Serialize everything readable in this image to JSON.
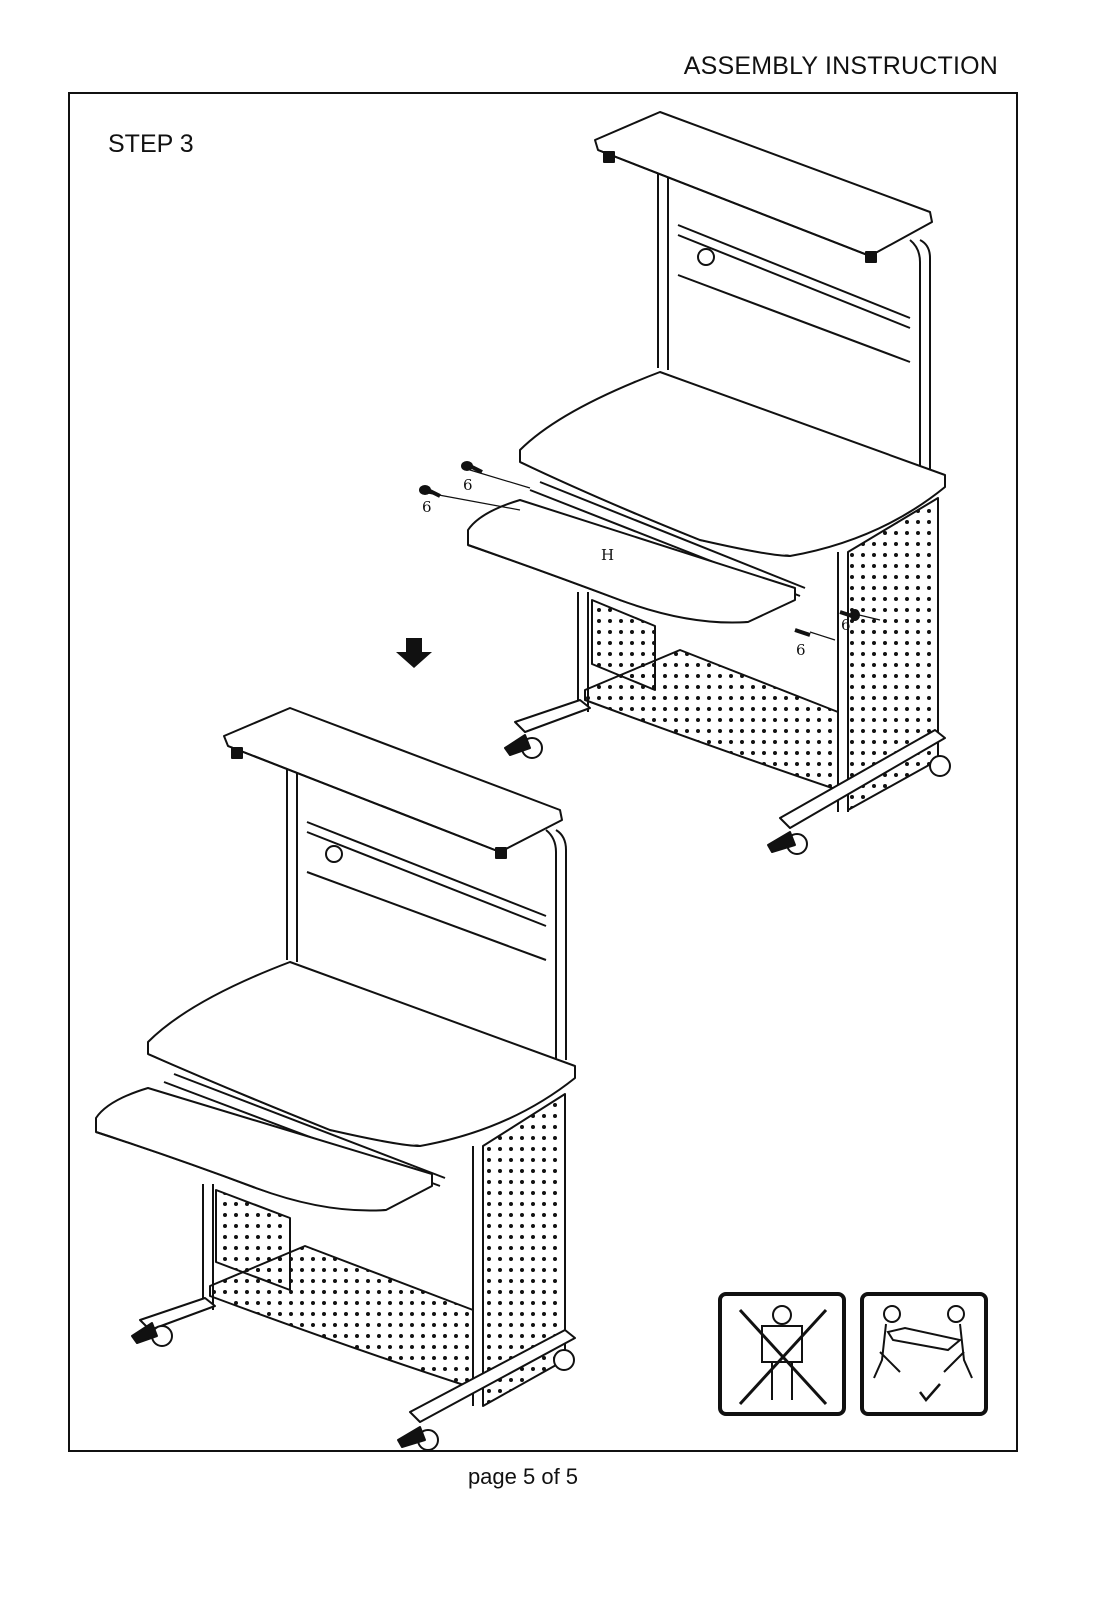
{
  "header": {
    "title": "ASSEMBLY INSTRUCTION"
  },
  "step": {
    "label": "STEP 3"
  },
  "parts": {
    "screw_label": "6",
    "tray_label": "H"
  },
  "footer": {
    "page": "page 5 of 5"
  }
}
